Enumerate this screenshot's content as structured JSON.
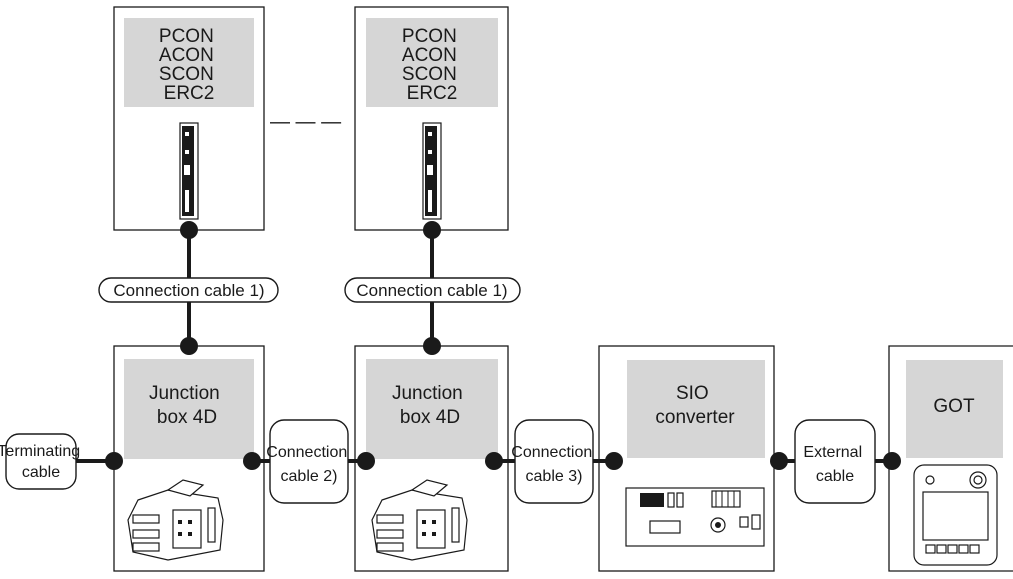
{
  "controllers": [
    {
      "lines": [
        "PCON",
        "ACON",
        "SCON",
        "ERC2"
      ]
    },
    {
      "lines": [
        "PCON",
        "ACON",
        "SCON",
        "ERC2"
      ]
    }
  ],
  "junction_boxes": [
    {
      "lines": [
        "Junction",
        "box 4D"
      ]
    },
    {
      "lines": [
        "Junction",
        "box 4D"
      ]
    }
  ],
  "converter": {
    "lines": [
      "SIO",
      "converter"
    ]
  },
  "got": {
    "label": "GOT"
  },
  "cables": {
    "conn1_a": [
      "Connection cable 1)"
    ],
    "conn1_b": [
      "Connection cable 1)"
    ],
    "terminating": [
      "Terminating",
      "cable"
    ],
    "conn2": [
      "Connection",
      "cable 2)"
    ],
    "conn3": [
      "Connection",
      "cable 3)"
    ],
    "external": [
      "External",
      "cable"
    ]
  },
  "colors": {
    "line": "#1a1a1a",
    "label_bg": "#d6d6d6"
  }
}
